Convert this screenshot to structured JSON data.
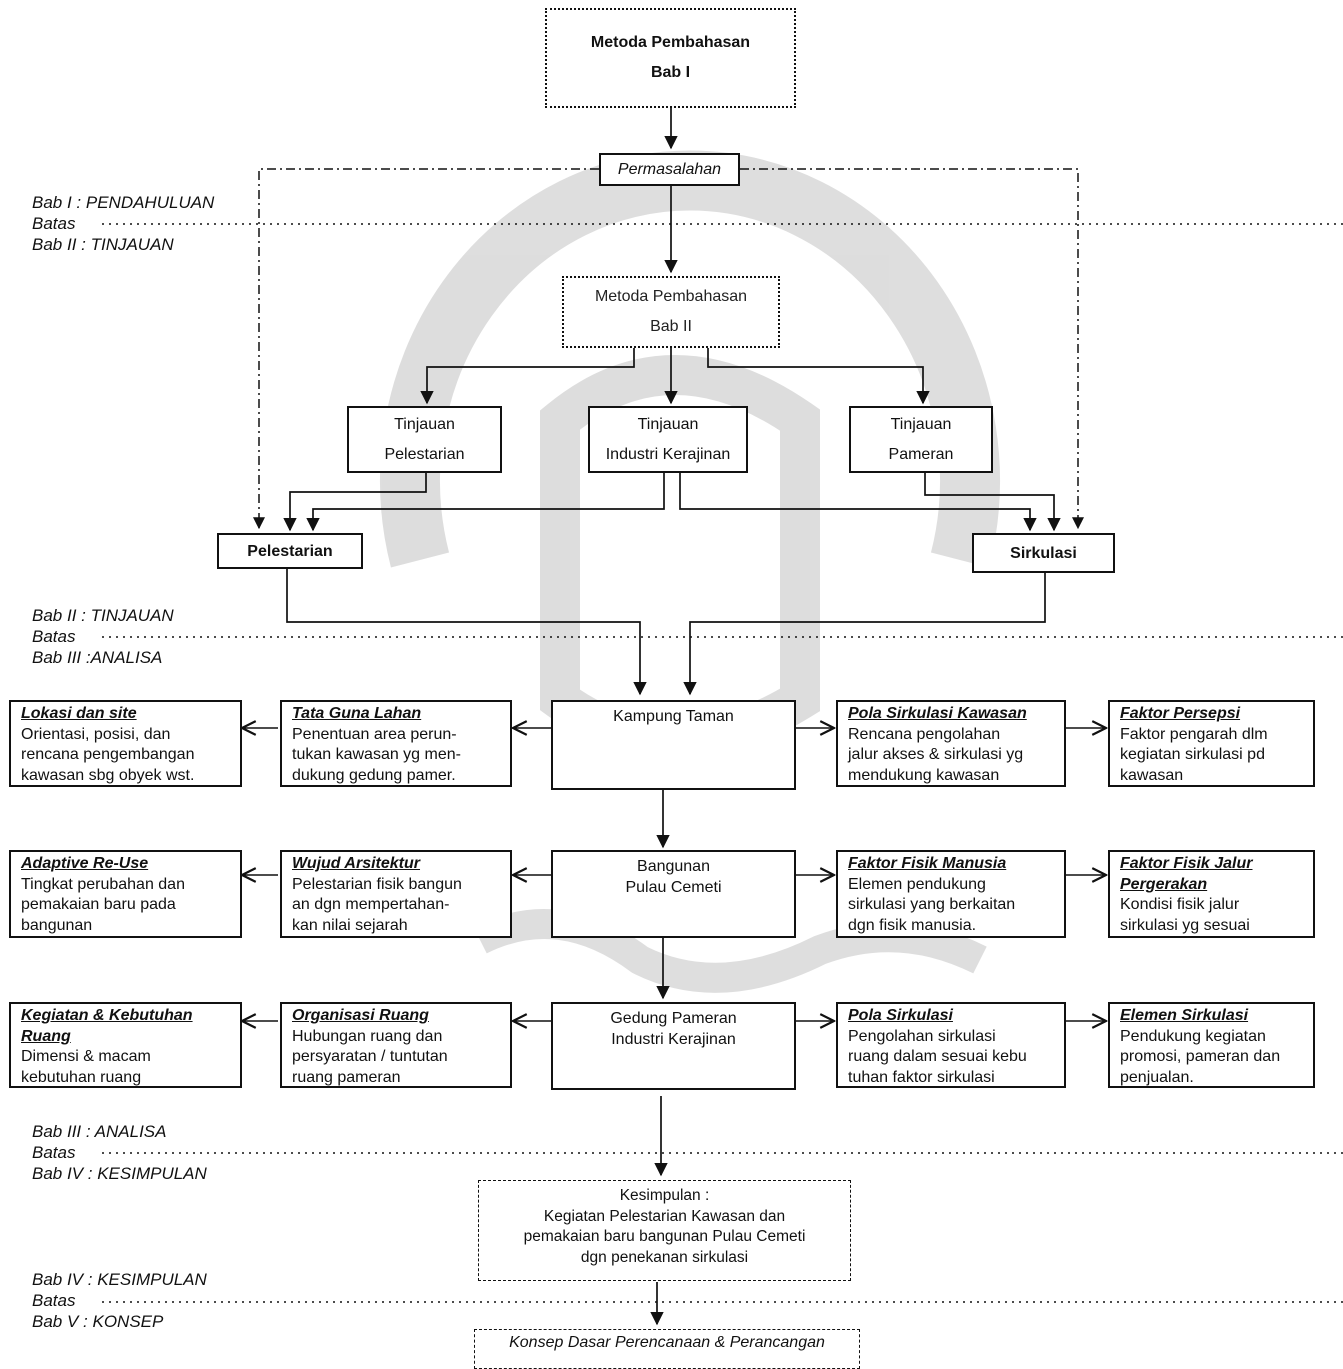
{
  "boxes": {
    "bab1": {
      "line1": "Metoda Pembahasan",
      "line2": "Bab I"
    },
    "permasalahan": "Permasalahan",
    "bab2": {
      "line1": "Metoda Pembahasan",
      "line2": "Bab II"
    },
    "tinjauan_pelestarian": {
      "line1": "Tinjauan",
      "line2": "Pelestarian"
    },
    "tinjauan_industri": {
      "line1": "Tinjauan",
      "line2": "Industri Kerajinan"
    },
    "tinjauan_pameran": {
      "line1": "Tinjauan",
      "line2": "Pameran"
    },
    "pelestarian": "Pelestarian",
    "sirkulasi": "Sirkulasi",
    "kampung": "Kampung Taman",
    "bangunan": {
      "line1": "Bangunan",
      "line2": "Pulau Cemeti"
    },
    "gedung": {
      "line1": "Gedung Pameran",
      "line2": "Industri Kerajinan"
    },
    "kesimpulan": {
      "line1": "Kesimpulan :",
      "line2": "Kegiatan Pelestarian Kawasan dan",
      "line3": "pemakaian baru bangunan Pulau Cemeti",
      "line4": "dgn penekanan sirkulasi"
    },
    "konsep": "Konsep Dasar Perencanaan & Perancangan"
  },
  "info": {
    "lokasi": {
      "title": "Lokasi dan site",
      "l1": "Orientasi, posisi, dan",
      "l2": "rencana pengembangan",
      "l3": "kawasan sbg obyek wst."
    },
    "tataguna": {
      "title": "Tata Guna Lahan",
      "l1": "Penentuan area perun-",
      "l2": "tukan kawasan yg men-",
      "l3": "dukung gedung pamer."
    },
    "polakawasan": {
      "title": "Pola Sirkulasi Kawasan",
      "l1": "Rencana pengolahan",
      "l2": "jalur akses & sirkulasi yg",
      "l3": "mendukung kawasan"
    },
    "persepsi": {
      "title": "Faktor Persepsi",
      "l1": "Faktor pengarah dlm",
      "l2": "kegiatan sirkulasi pd",
      "l3": "kawasan"
    },
    "adaptive": {
      "title": "Adaptive Re-Use",
      "l1": "Tingkat perubahan dan",
      "l2": "pemakaian baru pada",
      "l3": "bangunan"
    },
    "wujud": {
      "title": "Wujud Arsitektur",
      "l1": "Pelestarian fisik bangun",
      "l2": "an dgn mempertahan-",
      "l3": "kan nilai sejarah"
    },
    "fisikmanusia": {
      "title": "Faktor Fisik Manusia",
      "l1": "Elemen pendukung",
      "l2": "sirkulasi yang berkaitan",
      "l3": "dgn fisik manusia."
    },
    "fisikjalur": {
      "title1": "Faktor Fisik Jalur",
      "title2": "Pergerakan",
      "l1": "Kondisi fisik jalur",
      "l2": "sirkulasi yg sesuai"
    },
    "kegiatan": {
      "title1": "Kegiatan & Kebutuhan",
      "title2": "Ruang",
      "l1": "Dimensi & macam",
      "l2": "kebutuhan ruang"
    },
    "organisasi": {
      "title": "Organisasi Ruang",
      "l1": "Hubungan ruang dan",
      "l2": "persyaratan / tuntutan",
      "l3": "ruang pameran"
    },
    "polasirkulasi": {
      "title": "Pola Sirkulasi",
      "l1": "Pengolahan sirkulasi",
      "l2": "ruang dalam sesuai kebu",
      "l3": "tuhan faktor sirkulasi"
    },
    "elemen": {
      "title": "Elemen Sirkulasi",
      "l1": "Pendukung kegiatan",
      "l2": "promosi, pameran dan",
      "l3": "penjualan."
    }
  },
  "boundaries": [
    {
      "top": "Bab I : PENDAHULUAN",
      "mid": "Batas",
      "bottom": "Bab II : TINJAUAN"
    },
    {
      "top": "Bab II : TINJAUAN",
      "mid": "Batas",
      "bottom": "Bab III :ANALISA"
    },
    {
      "top": "Bab III : ANALISA",
      "mid": "Batas",
      "bottom": "Bab IV : KESIMPULAN"
    },
    {
      "top": "Bab IV : KESIMPULAN",
      "mid": "Batas",
      "bottom": "Bab V : KONSEP"
    }
  ]
}
